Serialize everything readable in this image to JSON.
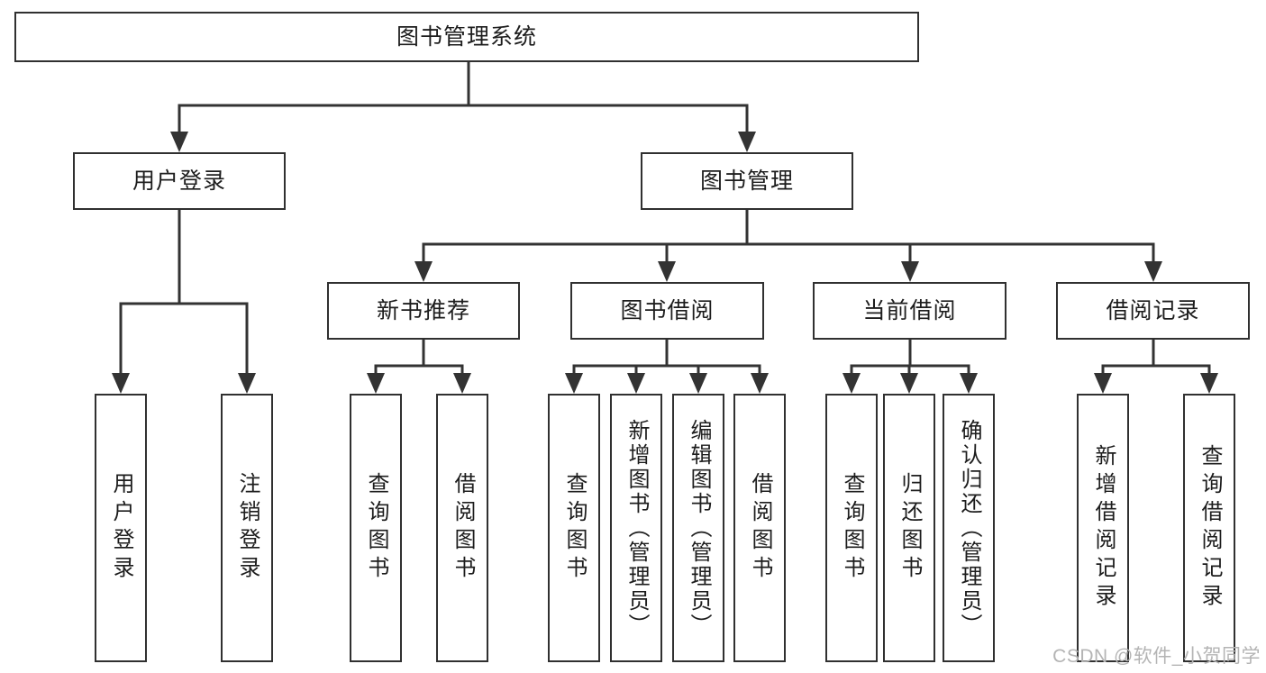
{
  "diagram": {
    "type": "hierarchy-tree",
    "colors": {
      "line": "#333333",
      "box_border": "#303030",
      "text": "#1d1d1d",
      "background": "#ffffff",
      "watermark": "#b4b4b4"
    }
  },
  "tree": {
    "root": "图书管理系统",
    "userLogin": {
      "label": "用户登录",
      "children": [
        "用户登录",
        "注销登录"
      ]
    },
    "bookManagement": {
      "label": "图书管理",
      "modules": [
        {
          "label": "新书推荐",
          "children": [
            "查询图书",
            "借阅图书"
          ]
        },
        {
          "label": "图书借阅",
          "children": [
            "查询图书",
            "新增图书（管理员）",
            "编辑图书（管理员）",
            "借阅图书"
          ]
        },
        {
          "label": "当前借阅",
          "children": [
            "查询图书",
            "归还图书",
            "确认归还（管理员）"
          ]
        },
        {
          "label": "借阅记录",
          "children": [
            "新增借阅记录",
            "查询借阅记录"
          ]
        }
      ]
    }
  },
  "watermark": {
    "text": "CSDN @软件_小贺同学"
  }
}
